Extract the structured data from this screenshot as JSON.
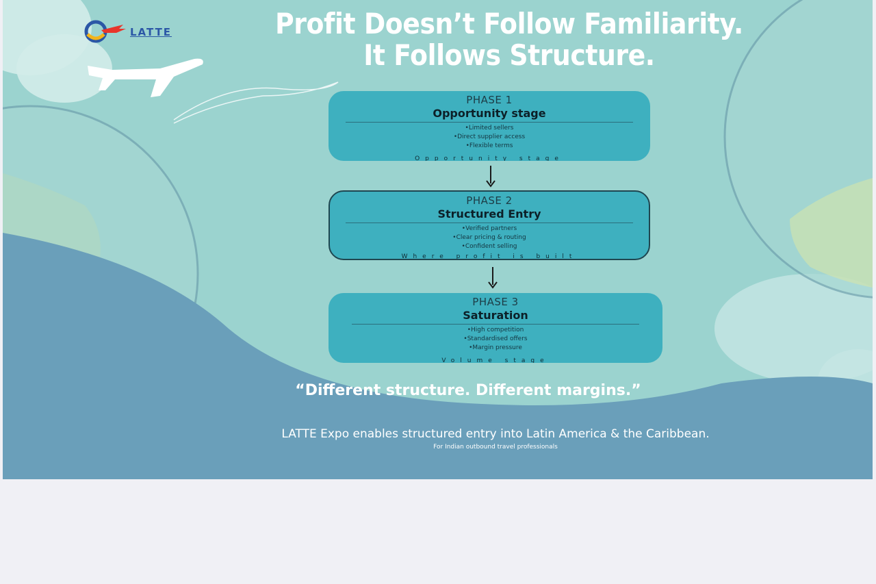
{
  "logo": {
    "text": "LATTE",
    "brand_color": "#2b57a6",
    "accent_color": "#e8352b"
  },
  "headline": {
    "line1": "Profit Doesn’t Follow Familiarity.",
    "line2": "It Follows Structure."
  },
  "phases": [
    {
      "label": "PHASE 1",
      "title": "Opportunity stage",
      "bullets": [
        "Limited sellers",
        "Direct supplier access",
        "Flexible terms"
      ],
      "footer": "Opportunity stage"
    },
    {
      "label": "PHASE 2",
      "title": "Structured Entry",
      "bullets": [
        "Verified partners",
        "Clear pricing & routing",
        "Confident selling"
      ],
      "footer": "Where profit is built"
    },
    {
      "label": "PHASE 3",
      "title": "Saturation",
      "bullets": [
        "High competition",
        "Standardised offers",
        "Margin pressure"
      ],
      "footer": "Volume stage"
    }
  ],
  "quote": "“Different structure. Different margins.”",
  "footer": {
    "main": "LATTE Expo enables structured entry into Latin America & the Caribbean.",
    "sub": "For Indian outbound travel professionals"
  },
  "colors": {
    "background_teal": "#9bd3cf",
    "wave_blue": "#6a9fba",
    "box_teal": "#3eb0bf",
    "page_bg": "#f0f0f5"
  },
  "icons": [
    "logo-swirl-icon",
    "airplane-icon",
    "arrow-down-icon"
  ]
}
